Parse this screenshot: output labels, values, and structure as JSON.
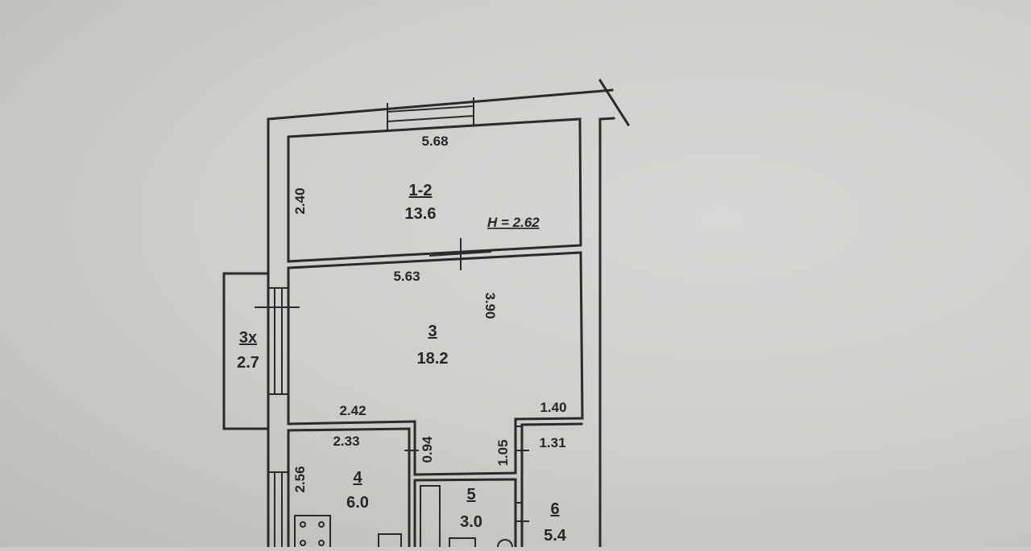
{
  "plan": {
    "ceiling_height": "H = 2.62",
    "rooms": [
      {
        "number": "1-2",
        "area": "13.6"
      },
      {
        "number": "3",
        "area": "18.2"
      },
      {
        "number": "3x",
        "area": "2.7"
      },
      {
        "number": "4",
        "area": "6.0"
      },
      {
        "number": "5",
        "area": "3.0"
      },
      {
        "number": "6",
        "area": "5.4"
      }
    ],
    "dimensions": {
      "r12_width": "5.68",
      "r12_depth": "2.40",
      "r3_width": "5.63",
      "r3_depth": "3.90",
      "r3_bottom_left": "2.42",
      "r3_bottom_right": "1.40",
      "r4_width": "2.33",
      "r4_depth": "2.56",
      "corridor_left": "0.94",
      "corridor_right": "1.05",
      "r6_width": "1.31"
    }
  }
}
